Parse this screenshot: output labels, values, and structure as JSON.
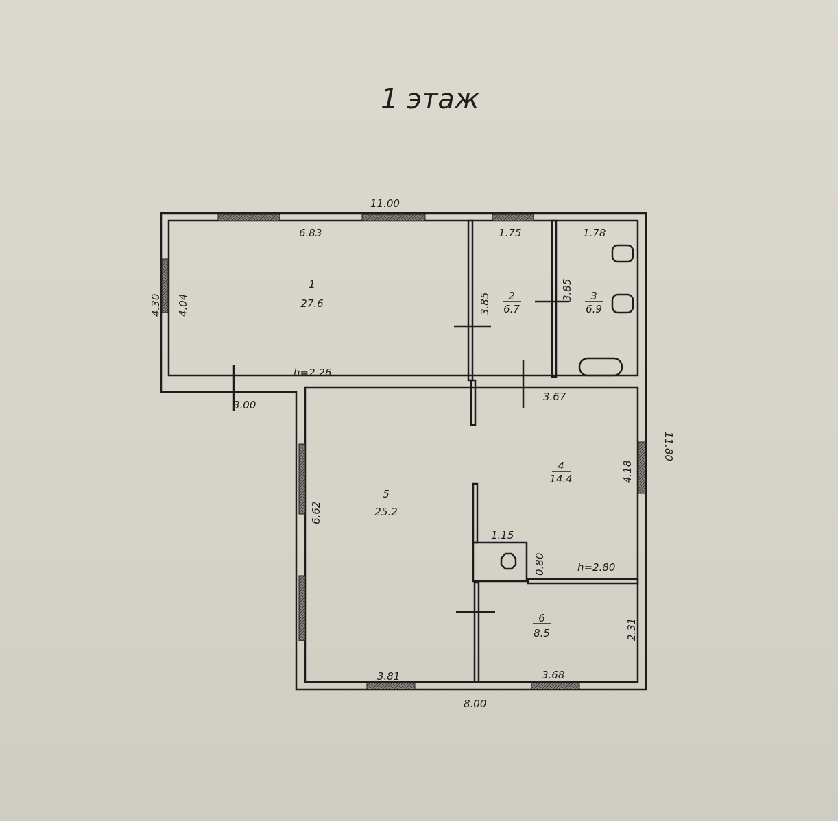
{
  "title": "1 этаж",
  "overall_dimensions": {
    "top_width": "11.00",
    "bottom_width": "8.00",
    "right_height": "11.80",
    "left_height": "4.30"
  },
  "rooms": [
    {
      "number": "1",
      "area": "27.6"
    },
    {
      "number": "2",
      "area": "6.7"
    },
    {
      "number": "3",
      "area": "6.9"
    },
    {
      "number": "4",
      "area": "14.4"
    },
    {
      "number": "5",
      "area": "25.2"
    },
    {
      "number": "6",
      "area": "8.5"
    }
  ],
  "dimensions": {
    "room1_width": "6.83",
    "room1_height": "4.04",
    "room2_width": "1.75",
    "room2_height": "3.85",
    "room3_width": "1.78",
    "room3_height": "3.85",
    "ceiling_height_upper": "h=2.26",
    "corridor_width": "3.00",
    "room4_width": "3.67",
    "room4_height": "4.18",
    "room5_height": "6.62",
    "chimney_width": "1.15",
    "chimney_depth": "0.80",
    "ceiling_height_lower": "h=2.80",
    "room6_height": "2.31",
    "room5_bottom": "3.81",
    "room6_bottom": "3.68"
  },
  "colors": {
    "paper": "#d9d6cc",
    "ink": "#1d1d1d",
    "window_hatch": "#6b6963"
  }
}
